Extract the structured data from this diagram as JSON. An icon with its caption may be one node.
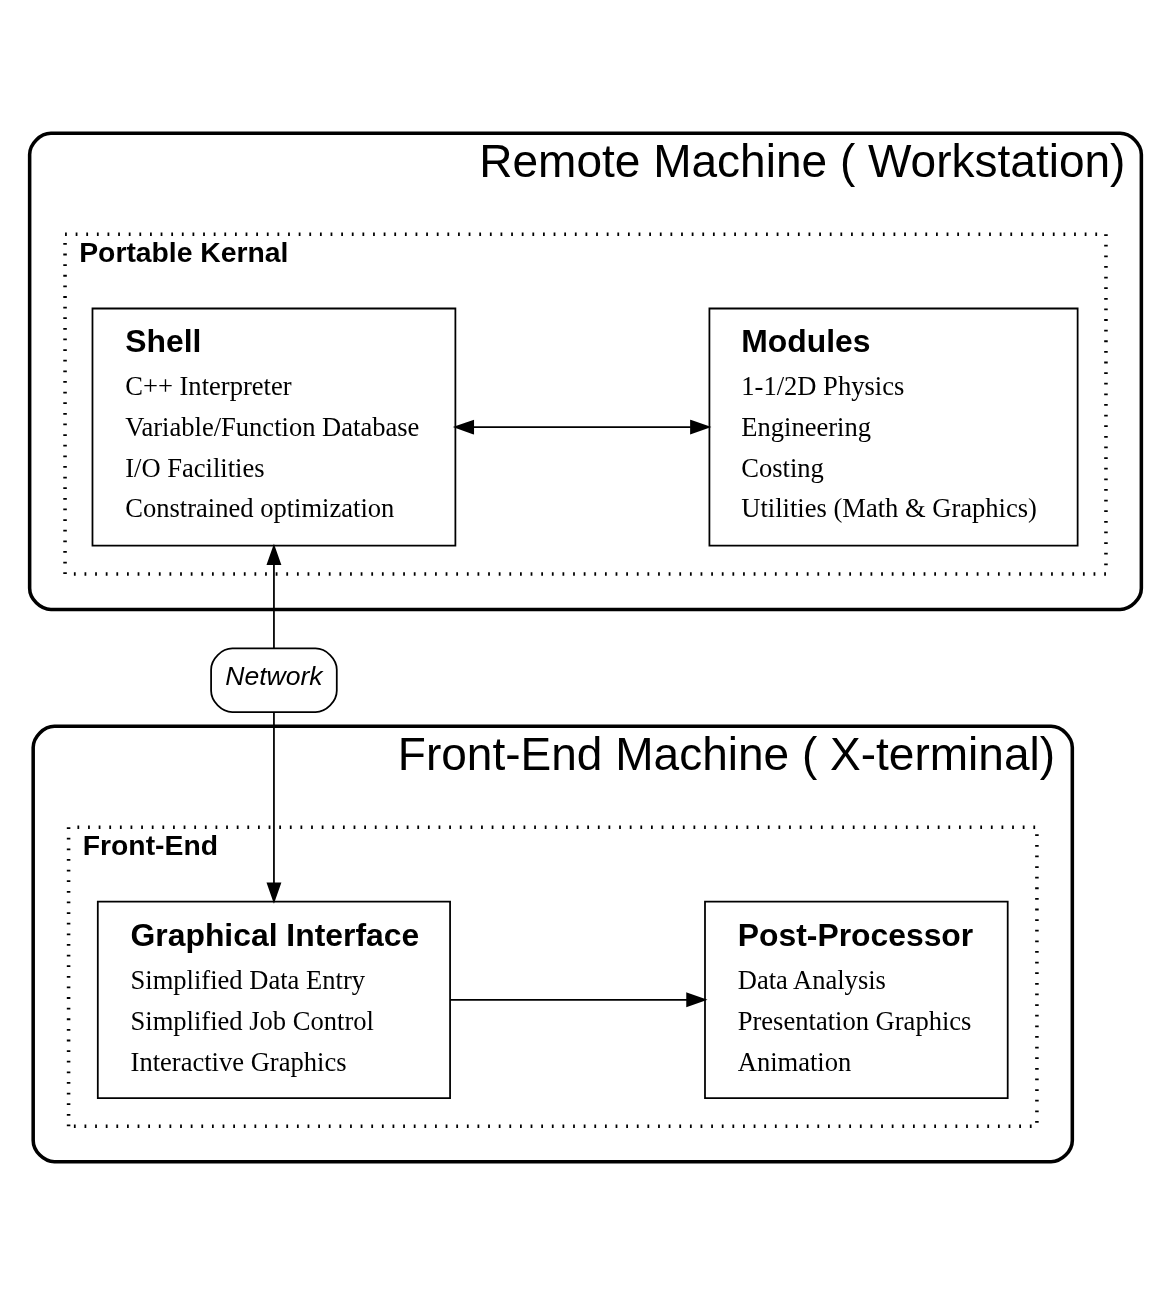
{
  "diagram": {
    "nodes": [
      {
        "text": [
          "Remote Machine ( Workstation)"
        ]
      },
      {
        "text": [
          "Portable Kernal"
        ],
        "in": 0
      },
      {
        "text": [
          "Shell",
          "C++ Interpreter",
          "Variable/Function Database",
          "I/O Facilities",
          "Constrained optimization"
        ],
        "in": 1
      },
      {
        "text": [
          "Modules",
          "1-1/2D Physics",
          "Engineering",
          "Costing",
          "Utilities (Math & Graphics)"
        ],
        "in": 1
      },
      {
        "text": [
          "Network"
        ]
      },
      {
        "text": [
          "Front-End Machine ( X-terminal)"
        ]
      },
      {
        "text": [
          "Front-End"
        ],
        "in": 5
      },
      {
        "text": [
          "Graphical Interface",
          "Simplified Data Entry",
          "Simplified Job Control",
          "Interactive Graphics"
        ],
        "in": 6
      },
      {
        "text": [
          "Post-Processor",
          "Data Analysis",
          "Presentation Graphics",
          "Animation"
        ],
        "in": 6
      }
    ],
    "edges": [
      {
        "from": 2,
        "to": 3,
        "arrow": "both"
      },
      {
        "from": 4,
        "to": 2,
        "arrow": "to"
      },
      {
        "from": 4,
        "to": 7,
        "arrow": "to"
      },
      {
        "from": 7,
        "to": 8,
        "arrow": "to"
      }
    ]
  }
}
